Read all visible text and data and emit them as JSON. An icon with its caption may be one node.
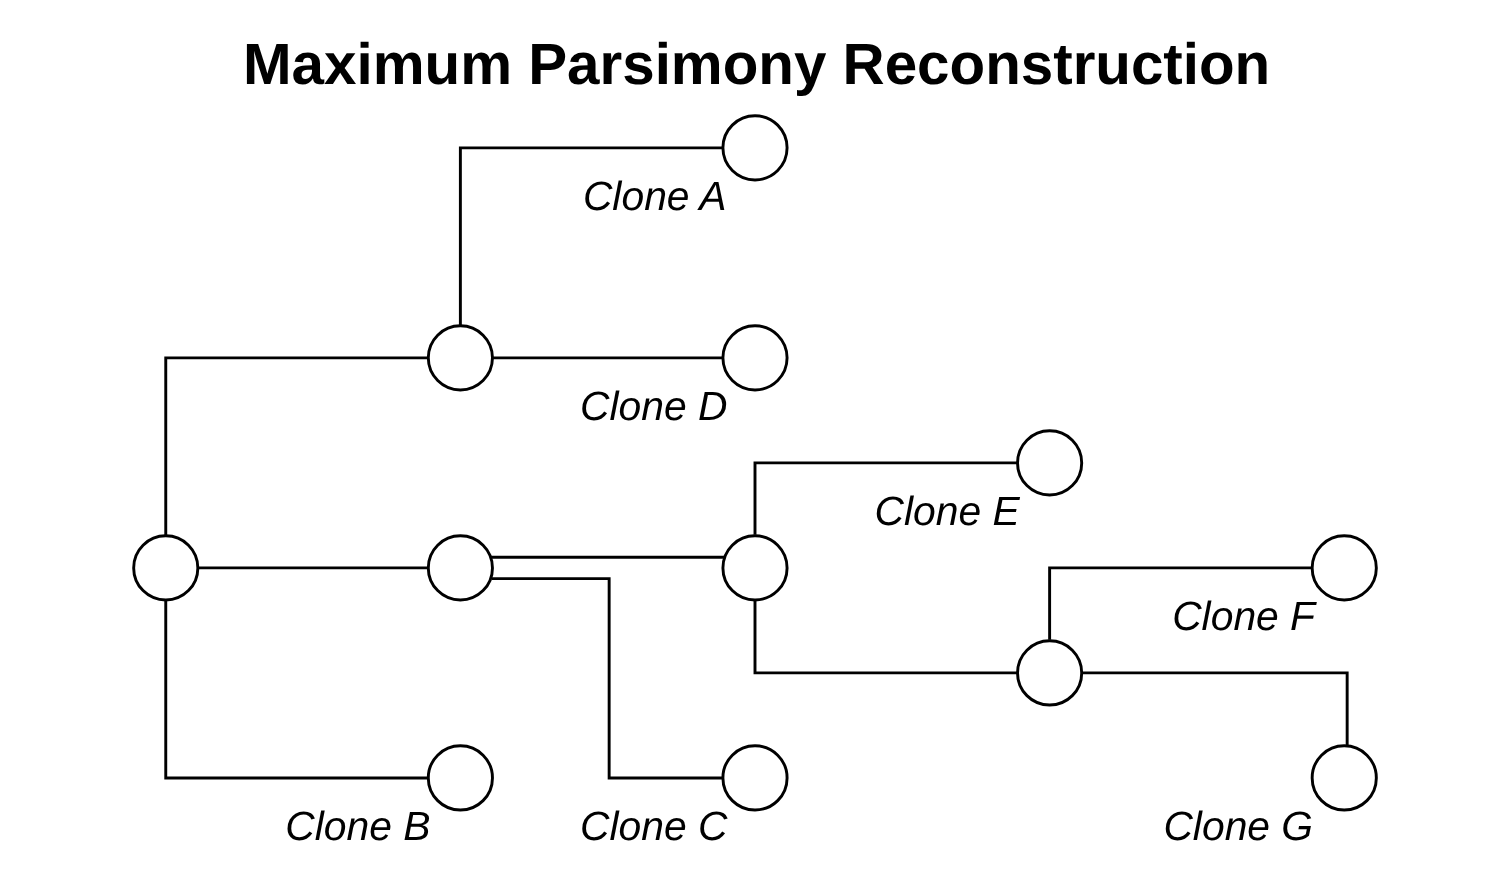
{
  "diagram": {
    "title": "Maximum Parsimony Reconstruction",
    "nodes": [
      {
        "text": [],
        "shape": "circle"
      },
      {
        "text": [],
        "shape": "circle"
      },
      {
        "text": [],
        "shape": "circle",
        "beside": [
          "Clone A"
        ]
      },
      {
        "text": [],
        "shape": "circle",
        "beside": [
          "Clone D"
        ]
      },
      {
        "text": [],
        "shape": "circle"
      },
      {
        "text": [],
        "shape": "circle"
      },
      {
        "text": [],
        "shape": "circle",
        "beside": [
          "Clone E"
        ]
      },
      {
        "text": [],
        "shape": "circle"
      },
      {
        "text": [],
        "shape": "circle",
        "beside": [
          "Clone F"
        ]
      },
      {
        "text": [],
        "shape": "circle",
        "beside": [
          "Clone G"
        ]
      },
      {
        "text": [],
        "shape": "circle",
        "beside": [
          "Clone C"
        ]
      },
      {
        "text": [],
        "shape": "circle",
        "beside": [
          "Clone B"
        ]
      }
    ],
    "edges": [
      {
        "from": 0,
        "to": 1,
        "arrow": "none"
      },
      {
        "from": 1,
        "to": 2,
        "arrow": "none"
      },
      {
        "from": 1,
        "to": 3,
        "arrow": "none"
      },
      {
        "from": 0,
        "to": 4,
        "arrow": "none"
      },
      {
        "from": 4,
        "to": 5,
        "arrow": "none"
      },
      {
        "from": 5,
        "to": 6,
        "arrow": "none"
      },
      {
        "from": 5,
        "to": 7,
        "arrow": "none"
      },
      {
        "from": 7,
        "to": 8,
        "arrow": "none"
      },
      {
        "from": 7,
        "to": 9,
        "arrow": "none"
      },
      {
        "from": 4,
        "to": 10,
        "arrow": "none"
      },
      {
        "from": 0,
        "to": 11,
        "arrow": "none"
      }
    ]
  }
}
